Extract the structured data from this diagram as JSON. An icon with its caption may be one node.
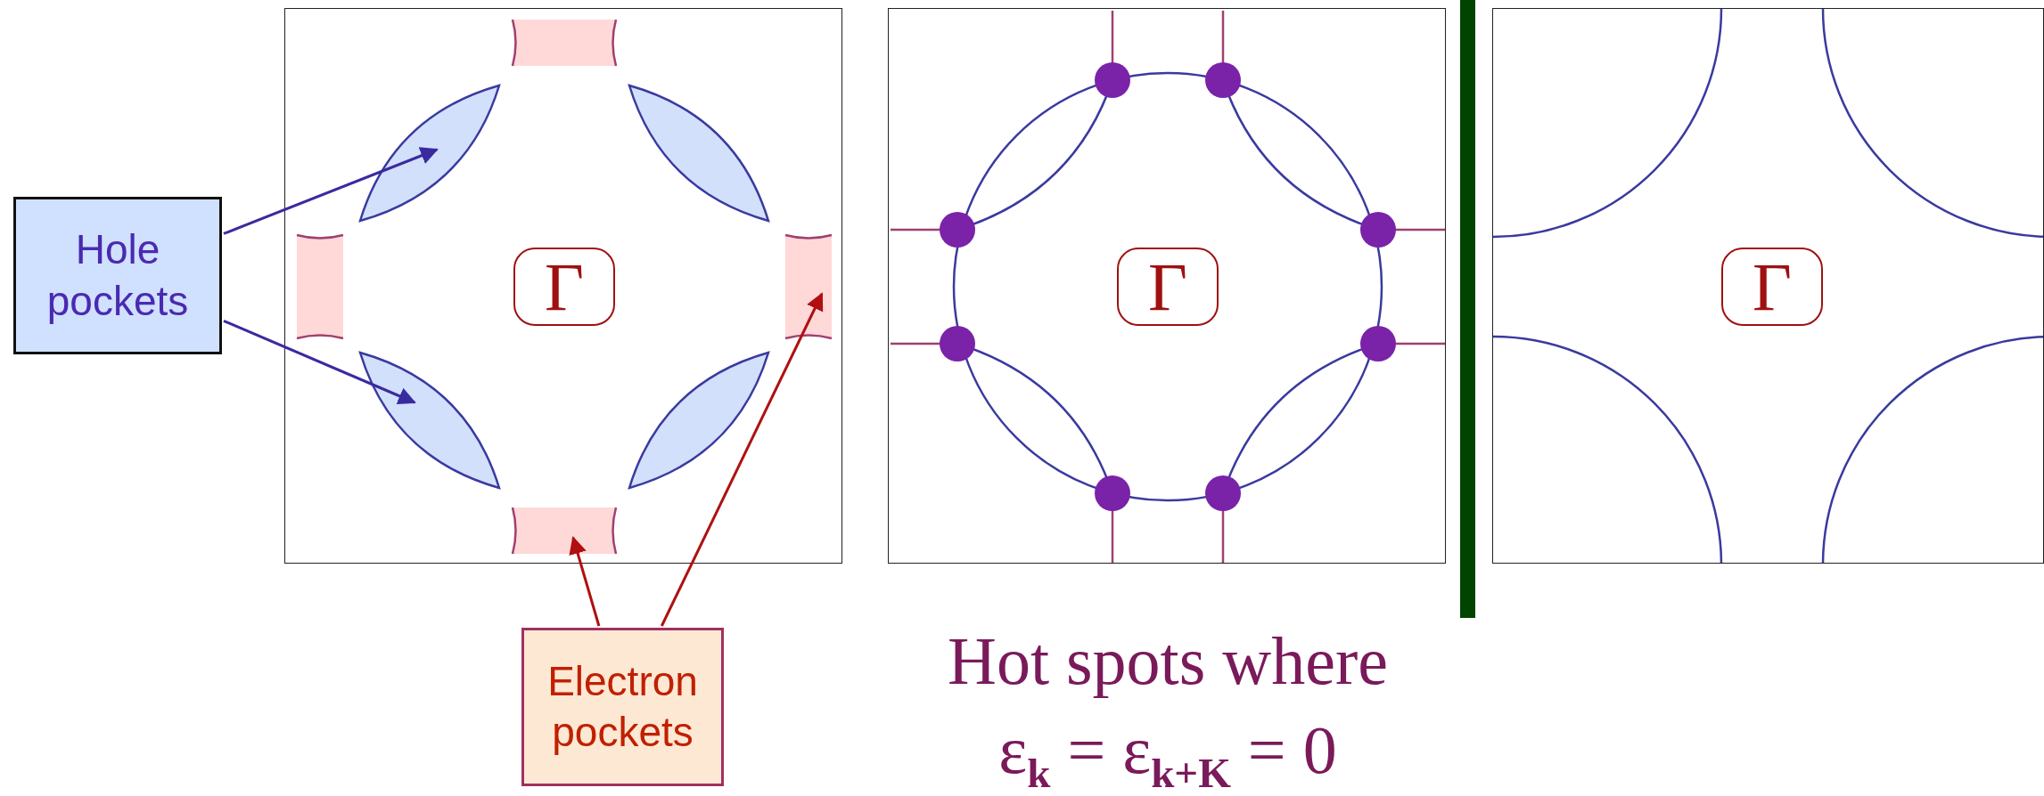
{
  "diagram": {
    "nodes": [
      {
        "text": [
          "Hole pockets"
        ]
      },
      {
        "text": [],
        "shape": "box"
      },
      {
        "text": [],
        "shape": "box",
        "in": 1
      },
      {
        "text": [],
        "shape": "ellipse",
        "in": 1
      },
      {
        "text": [],
        "shape": "ellipse",
        "in": 1
      },
      {
        "text": [],
        "shape": "box",
        "in": 1
      },
      {
        "text": [
          "Γ"
        ],
        "in": 1
      },
      {
        "text": [],
        "shape": "box",
        "in": 1
      },
      {
        "text": [],
        "shape": "ellipse",
        "in": 1
      },
      {
        "text": [],
        "shape": "ellipse",
        "in": 1
      },
      {
        "text": [],
        "shape": "box",
        "in": 1
      },
      {
        "text": [],
        "shape": "box"
      },
      {
        "text": [
          "Γ"
        ],
        "in": 11
      },
      {
        "text": [],
        "shape": "box"
      },
      {
        "text": [
          "Γ"
        ],
        "in": 13
      },
      {
        "text": [
          "Electron pockets"
        ]
      },
      {
        "text": [],
        "shape": "bar"
      }
    ],
    "edges": [
      {
        "from": 0,
        "to": 3,
        "arrow": "to"
      },
      {
        "from": 0,
        "to": 8,
        "arrow": "to"
      },
      {
        "from": 15,
        "to": 10,
        "arrow": "to",
        "color": "#b01010"
      },
      {
        "from": 15,
        "to": 7,
        "arrow": "to",
        "color": "#b01010"
      }
    ],
    "labels": [
      "Hot spots where",
      "ε$_{k}$ = ε$_{k+K}$ = 0"
    ]
  }
}
